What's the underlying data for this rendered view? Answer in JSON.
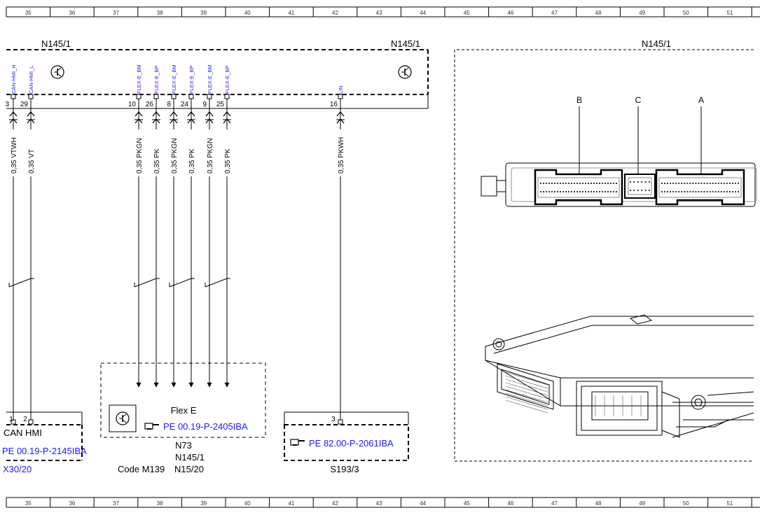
{
  "ruler": {
    "numbers": [
      "35",
      "36",
      "37",
      "38",
      "39",
      "40",
      "41",
      "42",
      "43",
      "44",
      "45",
      "46",
      "47",
      "48",
      "49",
      "50",
      "51"
    ]
  },
  "control_unit": {
    "title_left": "N145/1",
    "title_right": "N145/1"
  },
  "connector_view": {
    "title": "N145/1",
    "labels": {
      "b": "B",
      "c": "C",
      "a": "A"
    }
  },
  "pins": [
    {
      "pin": "3",
      "signal": "CAN-HMI_H",
      "wire": "0,35 VTWH"
    },
    {
      "pin": "29",
      "signal": "CAN-HMI_L",
      "wire": "0,35 VT"
    },
    {
      "pin": "10",
      "signal": "FLEX-E_BM",
      "wire": "0,35 PKGN"
    },
    {
      "pin": "26",
      "signal": "FLEX-E_BP",
      "wire": "0,35 PK"
    },
    {
      "pin": "8",
      "signal": "FLEX-E_BM",
      "wire": "0,35 PKGN"
    },
    {
      "pin": "24",
      "signal": "FLEX-E_BP",
      "wire": "0,35 PK"
    },
    {
      "pin": "9",
      "signal": "FLEX-E_BM",
      "wire": "0,35 PKGN"
    },
    {
      "pin": "25",
      "signal": "FLEX-E_BP",
      "wire": "0,35 PK"
    },
    {
      "pin": "16",
      "signal": "LIN",
      "wire": "0,35 PKWH"
    }
  ],
  "can_hmi": {
    "pin_1": "1",
    "pin_2": "2",
    "name": "CAN HMI",
    "link": "PE 00.19-P-2145IBA",
    "ref": "X30/20"
  },
  "flex_e": {
    "name": "Flex E",
    "link": "PE 00.19-P-2405IBA",
    "ref_1": "N73",
    "ref_2": "N145/1",
    "code": "Code M139",
    "ref_3": "N15/20"
  },
  "s193": {
    "pin": "3",
    "link": "PE 82.00-P-2061IBA",
    "ref": "S193/3"
  }
}
